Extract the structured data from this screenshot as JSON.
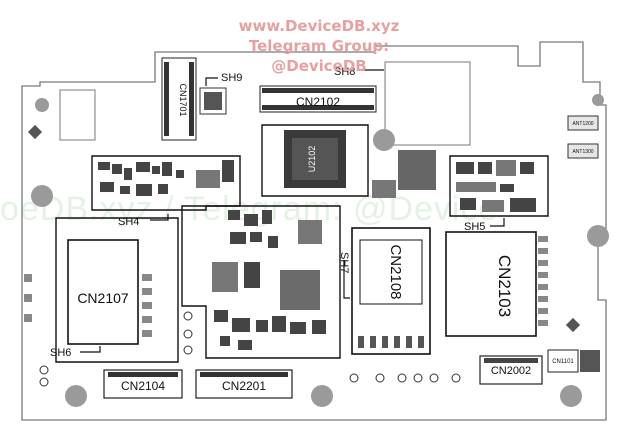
{
  "watermark": {
    "site": "www.DeviceDB.xyz",
    "line2": "Telegram Group:",
    "handle": "@DeviceDB",
    "band_text": "oeDB.xyz / Telegram: @Device"
  },
  "shields": {
    "sh4": "SH4",
    "sh5": "SH5",
    "sh6": "SH6",
    "sh7": "SH7",
    "sh8": "SH8",
    "sh9": "SH9"
  },
  "connectors": {
    "cn1701": "CN1701",
    "cn2102": "CN2102",
    "cn2107": "CN2107",
    "cn2108": "CN2108",
    "cn2103": "CN2103",
    "cn2104": "CN2104",
    "cn2201": "CN2201",
    "cn2002": "CN2002",
    "cn1101": "CN1101"
  },
  "chips": {
    "u2102": "U2102"
  },
  "pads": {
    "ant1200": "ANT1200",
    "ant1300": "ANT1300"
  },
  "colors": {
    "board_outline": "#7a7a7a",
    "shield_line": "#111111",
    "component_dark": "#2b2b2b",
    "component_mid": "#8a8a8a",
    "mount_hole": "#9a9a9a",
    "watermark_red": "#e8a0a0",
    "watermark_green": "#cfe8cf"
  }
}
